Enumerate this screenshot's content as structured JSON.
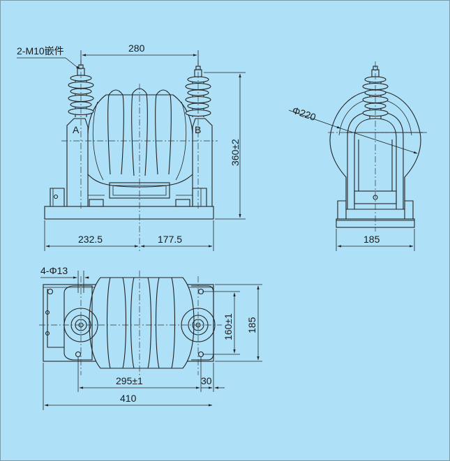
{
  "palette": {
    "background": "#aee0f7",
    "line": "#222222"
  },
  "front_view": {
    "label_insert": "2-M10嵌件",
    "terminal_a": "A",
    "terminal_b": "B",
    "dim_top": "280",
    "dim_height": "360±2",
    "dim_left": "232.5",
    "dim_right": "177.5"
  },
  "side_view": {
    "dim_diameter": "Φ220",
    "dim_width": "185"
  },
  "top_view": {
    "label_holes": "4-Φ13",
    "dim_hole_spacing": "295±1",
    "dim_offset": "30",
    "dim_total_length": "410",
    "dim_hole_depth": "160±1",
    "dim_depth": "185"
  }
}
